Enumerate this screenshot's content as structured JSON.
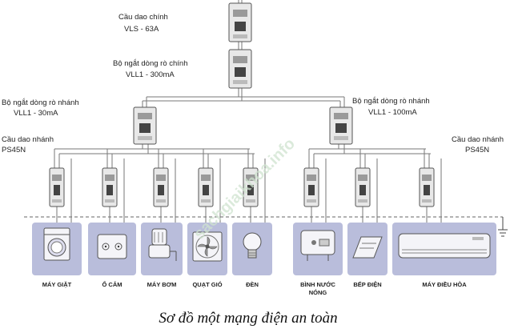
{
  "labels": {
    "main_breaker": [
      "Cầu dao chính",
      "VLS - 63A"
    ],
    "main_rcd": [
      "Bộ ngắt dòng rò chính",
      "VLL1 - 300mA"
    ],
    "branch_rcd_left": [
      "Bộ ngắt dòng rò nhánh",
      "VLL1 - 30mA"
    ],
    "branch_rcd_right": [
      "Bộ ngắt dòng rò nhánh",
      "VLL1 - 100mA"
    ],
    "branch_breaker_left": [
      "Cầu dao nhánh",
      "PS45N"
    ],
    "branch_breaker_right": [
      "Cầu dao nhánh",
      "PS45N"
    ]
  },
  "appliances": [
    {
      "name": "MÁY GIẶT",
      "icon": "washing-machine-icon"
    },
    {
      "name": "Ổ CẮM",
      "icon": "socket-icon"
    },
    {
      "name": "MÁY BƠM",
      "icon": "pump-icon"
    },
    {
      "name": "QUẠT GIÓ",
      "icon": "fan-icon"
    },
    {
      "name": "ĐÈN",
      "icon": "bulb-icon"
    },
    {
      "name": "BÌNH NƯỚC NÓNG",
      "icon": "water-heater-icon"
    },
    {
      "name": "BẾP ĐIỆN",
      "icon": "electric-stove-icon"
    },
    {
      "name": "MÁY ĐIỀU HÒA",
      "icon": "air-conditioner-icon"
    }
  ],
  "watermark": "sachgiaikhoa.info",
  "caption": "Sơ đồ một mạng điện an toàn",
  "colors": {
    "panel": "#b9bddb",
    "wire": "#777777",
    "device": "#e8e8e8"
  }
}
